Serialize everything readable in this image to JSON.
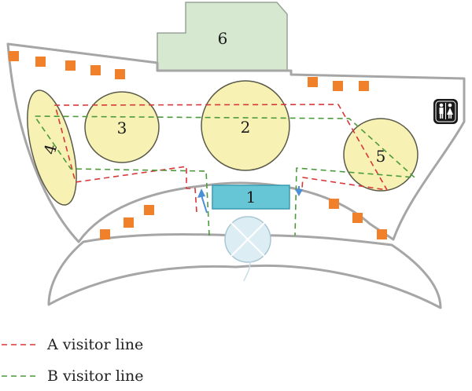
{
  "zones": [
    {
      "id": "1",
      "label": "1"
    },
    {
      "id": "2",
      "label": "2"
    },
    {
      "id": "3",
      "label": "3"
    },
    {
      "id": "4",
      "label": "4"
    },
    {
      "id": "5",
      "label": "5"
    },
    {
      "id": "6",
      "label": "6"
    }
  ],
  "icons": [
    "exhibit-marker-square",
    "restroom-icon",
    "fountain-icon",
    "entry-arrow-icon",
    "exit-arrow-icon"
  ],
  "legend": {
    "a": {
      "label": "A visitor line",
      "color": "#d8363a"
    },
    "b": {
      "label": "B visitor line",
      "color": "#4c9a3c"
    }
  },
  "colors": {
    "zone_fill": "#f7f2b3",
    "zone_stroke": "#5a5a4a",
    "room6_fill": "#d6e8cf",
    "center_fill": "#67c6d6",
    "marker": "#f0812a",
    "wall": "#a6a6a6",
    "arrow": "#4a8fd8"
  }
}
